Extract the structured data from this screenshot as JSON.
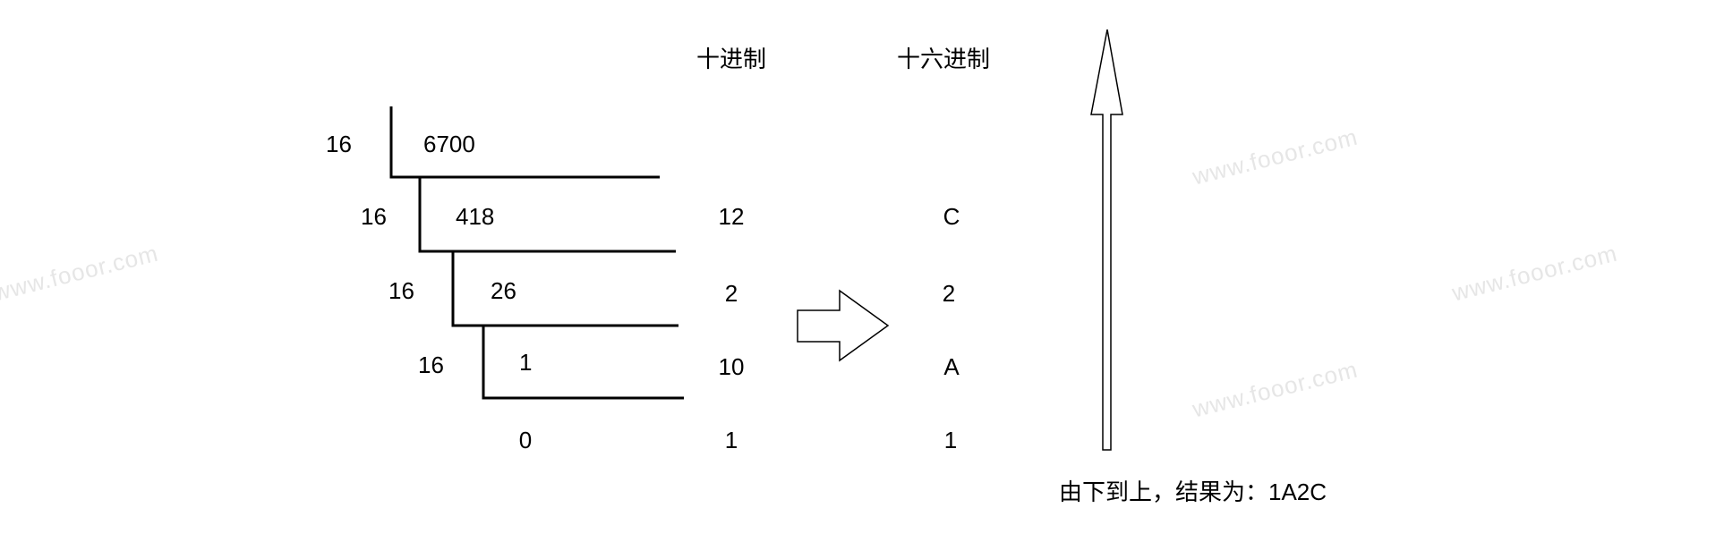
{
  "headers": {
    "decimal": "十进制",
    "hex": "十六进制"
  },
  "divisor": "16",
  "dividends": [
    "6700",
    "418",
    "26",
    "1",
    "0"
  ],
  "decimal_remainders": [
    "12",
    "2",
    "10",
    "1"
  ],
  "hex_digits": [
    "C",
    "2",
    "A",
    "1"
  ],
  "result_text": "由下到上，结果为：1A2C",
  "watermark": "www.fooor.com",
  "colors": {
    "line": "#000000",
    "watermark": "#e6e6e6"
  }
}
